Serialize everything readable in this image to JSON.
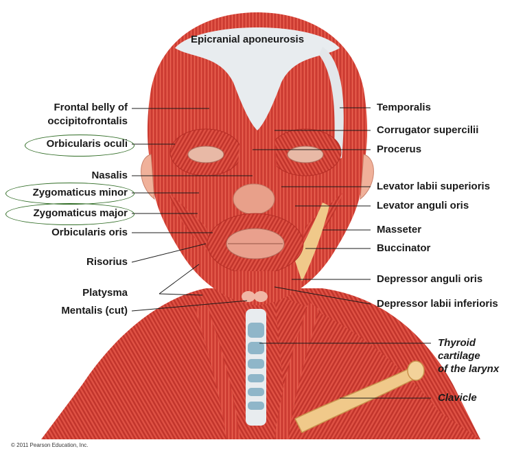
{
  "title": "Epicranial aponeurosis",
  "labels_left": [
    {
      "id": "frontal",
      "lines": [
        "Frontal belly of",
        "occipitofrontalis"
      ],
      "highlight": false
    },
    {
      "id": "orbicularis-oculi",
      "lines": [
        "Orbicularis oculi"
      ],
      "highlight": true
    },
    {
      "id": "nasalis",
      "lines": [
        "Nasalis"
      ],
      "highlight": false
    },
    {
      "id": "zygomaticus-minor",
      "lines": [
        "Zygomaticus minor"
      ],
      "highlight": true
    },
    {
      "id": "zygomaticus-major",
      "lines": [
        "Zygomaticus major"
      ],
      "highlight": true
    },
    {
      "id": "orbicularis-oris",
      "lines": [
        "Orbicularis oris"
      ],
      "highlight": false
    },
    {
      "id": "risorius",
      "lines": [
        "Risorius"
      ],
      "highlight": false
    },
    {
      "id": "platysma",
      "lines": [
        "Platysma"
      ],
      "highlight": false
    },
    {
      "id": "mentalis",
      "lines": [
        "Mentalis (cut)"
      ],
      "highlight": false
    }
  ],
  "labels_right": [
    {
      "id": "temporalis",
      "lines": [
        "Temporalis"
      ],
      "italic": false
    },
    {
      "id": "corrugator",
      "lines": [
        "Corrugator supercilii"
      ],
      "italic": false
    },
    {
      "id": "procerus",
      "lines": [
        "Procerus"
      ],
      "italic": false
    },
    {
      "id": "levator-labii",
      "lines": [
        "Levator labii superioris"
      ],
      "italic": false
    },
    {
      "id": "levator-anguli",
      "lines": [
        "Levator anguli oris"
      ],
      "italic": false
    },
    {
      "id": "masseter",
      "lines": [
        "Masseter"
      ],
      "italic": false
    },
    {
      "id": "buccinator",
      "lines": [
        "Buccinator"
      ],
      "italic": false
    },
    {
      "id": "depressor-anguli",
      "lines": [
        "Depressor anguli oris"
      ],
      "italic": false
    },
    {
      "id": "depressor-labii",
      "lines": [
        "Depressor labii inferioris"
      ],
      "italic": false
    },
    {
      "id": "thyroid",
      "lines": [
        "Thyroid",
        "cartilage",
        "of the larynx"
      ],
      "italic": true
    },
    {
      "id": "clavicle",
      "lines": [
        "Clavicle"
      ],
      "italic": true
    }
  ],
  "copyright": "© 2011 Pearson Education, Inc.",
  "colors": {
    "muscle": "#d9453a",
    "muscle_dark": "#b52e26",
    "muscle_light": "#ef7a63",
    "aponeurosis": "#e8ecef",
    "cartilage": "#8fb6c9",
    "tendon": "#f0c98a",
    "highlight_ring": "#2e6b23",
    "leader": "#1a1a1a"
  }
}
